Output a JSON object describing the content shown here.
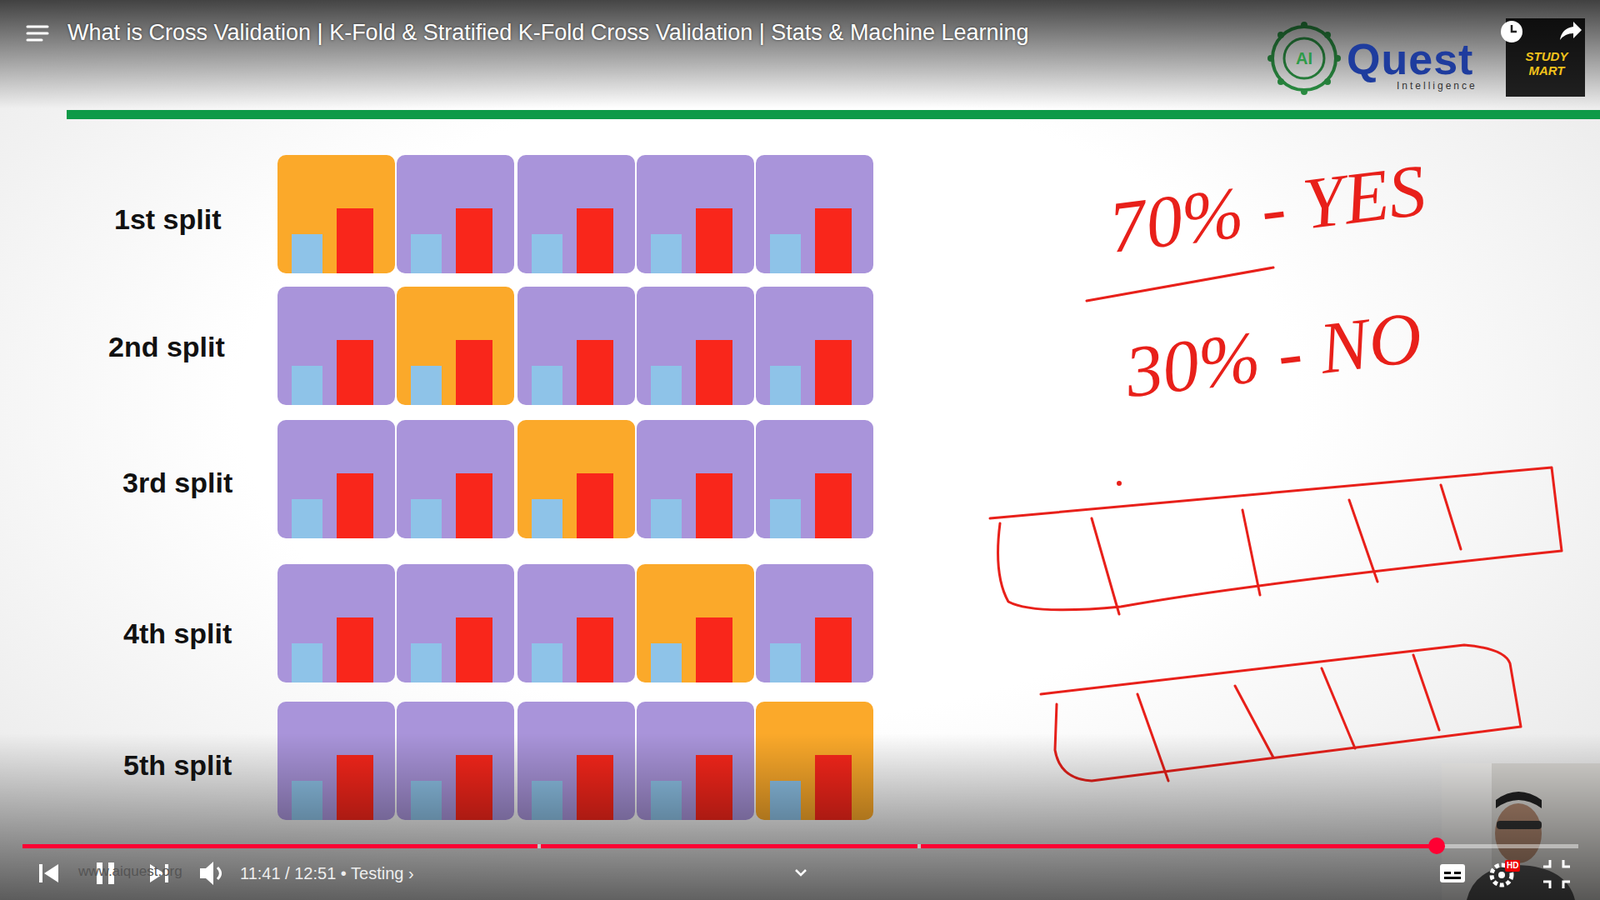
{
  "diagram": {
    "title": "What is Cross Validation | K-Fold & Stratified K-Fold Cross Validation | Stats & Machine Learning",
    "labels": [
      "1st split",
      "2nd split",
      "3rd split",
      "4th split",
      "5th split",
      "AI",
      "Quest",
      "Intelligence",
      "STUDY MART",
      "70% - YES",
      "30% - NO",
      "www.aiquest.org",
      "11:41 / 12:51 • Testing ›",
      "HD"
    ]
  }
}
